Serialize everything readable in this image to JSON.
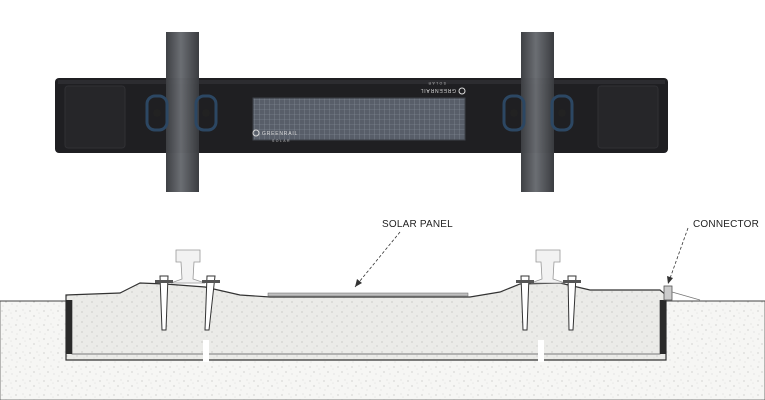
{
  "labels": {
    "solar_panel": "SOLAR PANEL",
    "connector": "CONNECTOR"
  },
  "brand": {
    "name": "GREENRAIL",
    "sub": "SOLAR"
  },
  "icons": [
    "greenrail-logo-icon",
    "rail-clip-icon"
  ],
  "colors": {
    "sleeper_body": "#1f1f22",
    "rail": "#5d5f63",
    "solar_cell_grid": "#6d7480",
    "ground_fill": "#f3f3f1",
    "line": "#333333"
  }
}
